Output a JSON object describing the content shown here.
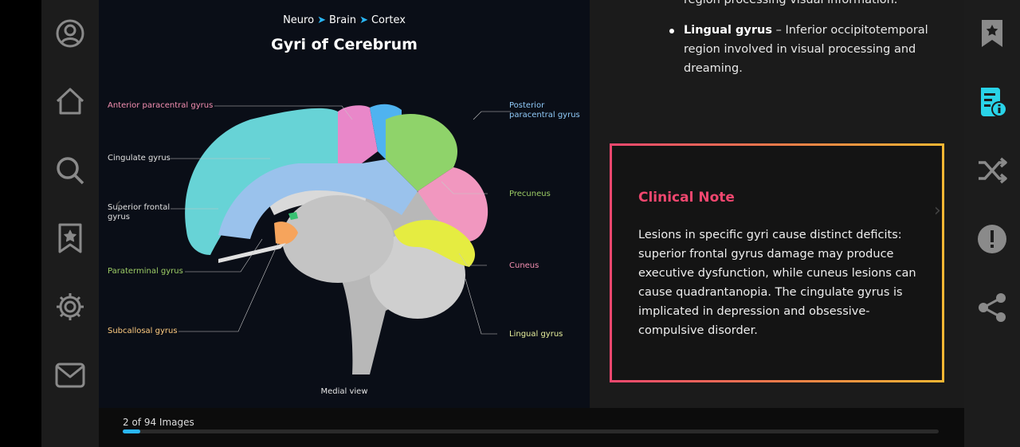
{
  "breadcrumb": [
    "Neuro",
    "Brain",
    "Cortex"
  ],
  "figure": {
    "title": "Gyri of Cerebrum",
    "caption": "Medial view",
    "labels": {
      "anterior_paracentral": "Anterior paracentral gyrus",
      "posterior_paracentral_1": "Posterior",
      "posterior_paracentral_2": "paracentral gyrus",
      "cingulate": "Cingulate gyrus",
      "superior_frontal_1": "Superior frontal",
      "superior_frontal_2": "gyrus",
      "precuneus": "Precuneus",
      "paraterminal": "Paraterminal gyrus",
      "cuneus": "Cuneus",
      "subcallosal": "Subcallosal gyrus",
      "lingual": "Lingual gyrus"
    }
  },
  "content": {
    "partial_line": "region processing visual information.",
    "bullet_term": "Lingual gyrus",
    "bullet_text": " – Inferior occipitotemporal region involved in visual processing and dreaming."
  },
  "clinical_note": {
    "title": "Clinical Note",
    "body": "Lesions in specific gyri cause distinct deficits: superior frontal gyrus damage may produce executive dysfunction, while cuneus lesions can cause quadrantanopia. The cingulate gyrus is implicated in depression and obsessive-compulsive disorder."
  },
  "footer": {
    "counter": "2 of 94 Images",
    "progress": 0.0213
  },
  "left_nav_icons": [
    "profile-icon",
    "home-icon",
    "search-icon",
    "bookmarks-icon",
    "settings-icon",
    "mail-icon"
  ],
  "right_nav_icons": [
    "bookmark-icon",
    "info-document-icon",
    "shuffle-icon",
    "alert-icon",
    "share-icon"
  ],
  "colors": {
    "accent": "#29b6f6",
    "note_gradient_start": "#f0476f",
    "note_gradient_end": "#f7b733",
    "label_pink": "#f48fb1",
    "label_blue": "#90caf9",
    "label_green": "#9ccc65",
    "label_yellow": "#e6ee9c",
    "label_orange": "#ffcc80"
  }
}
